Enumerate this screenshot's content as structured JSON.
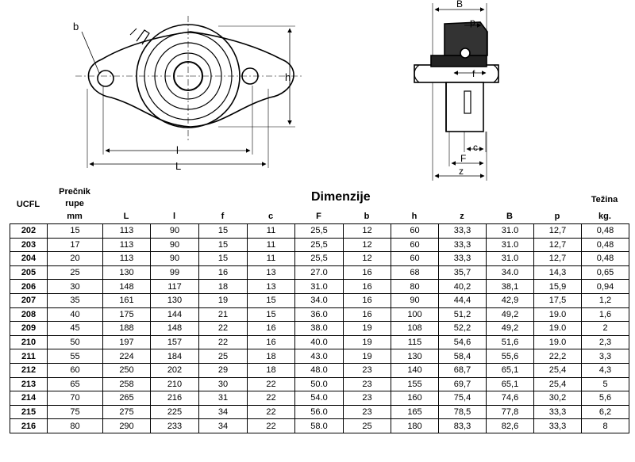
{
  "drawing": {
    "front_labels": {
      "b": "b",
      "h": "h",
      "l": "l",
      "L": "L"
    },
    "side_labels": {
      "B": "B",
      "p": "p",
      "f": "f",
      "c": "c",
      "F": "F",
      "z": "z"
    }
  },
  "table": {
    "model_header": "UCFL",
    "hole_header_line1": "Prečnik",
    "hole_header_line2": "rupe",
    "dimensions_title": "Dimenzije",
    "weight_header": "Težina",
    "units": [
      "mm",
      "L",
      "l",
      "f",
      "c",
      "F",
      "b",
      "h",
      "z",
      "B",
      "p",
      "kg."
    ],
    "rows": [
      [
        "202",
        "15",
        "113",
        "90",
        "15",
        "11",
        "25,5",
        "12",
        "60",
        "33,3",
        "31.0",
        "12,7",
        "0,48"
      ],
      [
        "203",
        "17",
        "113",
        "90",
        "15",
        "11",
        "25,5",
        "12",
        "60",
        "33,3",
        "31.0",
        "12,7",
        "0,48"
      ],
      [
        "204",
        "20",
        "113",
        "90",
        "15",
        "11",
        "25,5",
        "12",
        "60",
        "33,3",
        "31.0",
        "12,7",
        "0,48"
      ],
      [
        "205",
        "25",
        "130",
        "99",
        "16",
        "13",
        "27.0",
        "16",
        "68",
        "35,7",
        "34.0",
        "14,3",
        "0,65"
      ],
      [
        "206",
        "30",
        "148",
        "117",
        "18",
        "13",
        "31.0",
        "16",
        "80",
        "40,2",
        "38,1",
        "15,9",
        "0,94"
      ],
      [
        "207",
        "35",
        "161",
        "130",
        "19",
        "15",
        "34.0",
        "16",
        "90",
        "44,4",
        "42,9",
        "17,5",
        "1,2"
      ],
      [
        "208",
        "40",
        "175",
        "144",
        "21",
        "15",
        "36.0",
        "16",
        "100",
        "51,2",
        "49,2",
        "19.0",
        "1,6"
      ],
      [
        "209",
        "45",
        "188",
        "148",
        "22",
        "16",
        "38.0",
        "19",
        "108",
        "52,2",
        "49,2",
        "19.0",
        "2"
      ],
      [
        "210",
        "50",
        "197",
        "157",
        "22",
        "16",
        "40.0",
        "19",
        "115",
        "54,6",
        "51,6",
        "19.0",
        "2,3"
      ],
      [
        "211",
        "55",
        "224",
        "184",
        "25",
        "18",
        "43.0",
        "19",
        "130",
        "58,4",
        "55,6",
        "22,2",
        "3,3"
      ],
      [
        "212",
        "60",
        "250",
        "202",
        "29",
        "18",
        "48.0",
        "23",
        "140",
        "68,7",
        "65,1",
        "25,4",
        "4,3"
      ],
      [
        "213",
        "65",
        "258",
        "210",
        "30",
        "22",
        "50.0",
        "23",
        "155",
        "69,7",
        "65,1",
        "25,4",
        "5"
      ],
      [
        "214",
        "70",
        "265",
        "216",
        "31",
        "22",
        "54.0",
        "23",
        "160",
        "75,4",
        "74,6",
        "30,2",
        "5,6"
      ],
      [
        "215",
        "75",
        "275",
        "225",
        "34",
        "22",
        "56.0",
        "23",
        "165",
        "78,5",
        "77,8",
        "33,3",
        "6,2"
      ],
      [
        "216",
        "80",
        "290",
        "233",
        "34",
        "22",
        "58.0",
        "25",
        "180",
        "83,3",
        "82,6",
        "33,3",
        "8"
      ]
    ]
  }
}
